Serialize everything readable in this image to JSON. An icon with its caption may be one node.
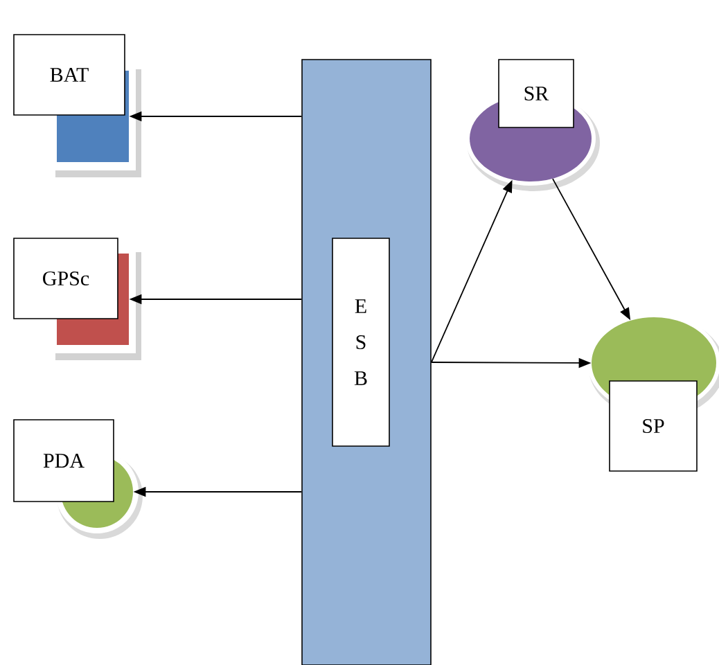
{
  "diagram": {
    "nodes": [
      {
        "text": [
          "BAT"
        ]
      },
      {
        "text": [
          "GPSc"
        ]
      },
      {
        "text": [
          "PDA"
        ]
      },
      {
        "text": [
          "E S B"
        ]
      },
      {
        "text": [
          "SR"
        ]
      },
      {
        "text": [
          "SP"
        ]
      }
    ],
    "edges": [
      {
        "from": 3,
        "to": 0,
        "arrow": "to"
      },
      {
        "from": 3,
        "to": 1,
        "arrow": "to"
      },
      {
        "from": 3,
        "to": 2,
        "arrow": "to"
      },
      {
        "from": 3,
        "to": 4,
        "arrow": "to"
      },
      {
        "from": 3,
        "to": 5,
        "arrow": "to"
      },
      {
        "from": 4,
        "to": 5,
        "arrow": "to"
      }
    ]
  }
}
